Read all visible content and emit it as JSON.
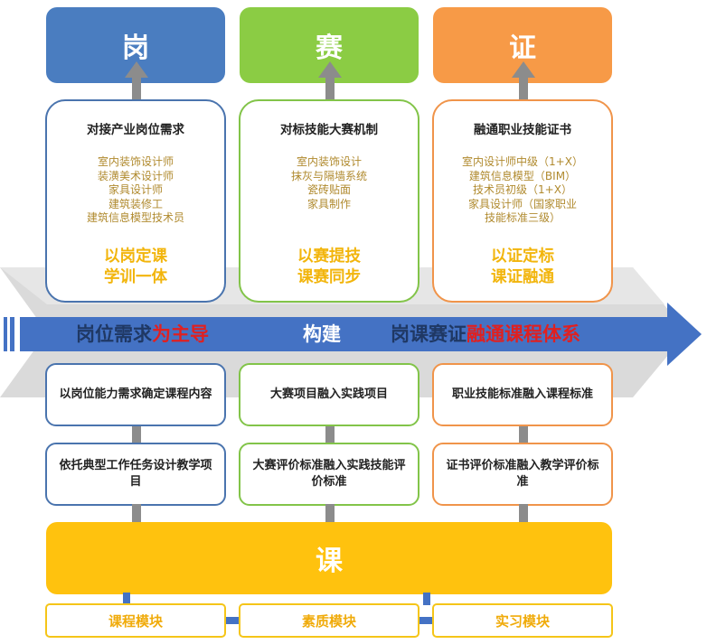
{
  "top_boxes": [
    {
      "label": "岗",
      "color": "#4a7dc0"
    },
    {
      "label": "赛",
      "color": "#8bcc44"
    },
    {
      "label": "证",
      "color": "#f79a47"
    }
  ],
  "cards": [
    {
      "title": "对接产业岗位需求",
      "items": [
        "室内装饰设计师",
        "装潢美术设计师",
        "家具设计师",
        "建筑装修工",
        "建筑信息模型技术员"
      ],
      "slogan": [
        "以岗定课",
        "学训一体"
      ]
    },
    {
      "title": "对标技能大赛机制",
      "items": [
        "室内装饰设计",
        "抹灰与隔墙系统",
        "瓷砖贴面",
        "家具制作"
      ],
      "slogan": [
        "以赛提技",
        "课赛同步"
      ]
    },
    {
      "title": "融通职业技能证书",
      "items": [
        "室内设计师中级（1+X）",
        "建筑信息模型（BIM）",
        "技术员初级（1+X）",
        "家具设计师（国家职业",
        "技能标准三级）"
      ],
      "slogan": [
        "以证定标",
        "课证融通"
      ]
    }
  ],
  "banner": {
    "part1_dark": "岗位需求",
    "part1_red": "为主导",
    "part2": "构建",
    "part3_dark": "岗课赛证",
    "part3_red": "融通课程体系"
  },
  "row1": [
    "以岗位能力需求确定课程内容",
    "大赛项目融入实践项目",
    "职业技能标准融入课程标准"
  ],
  "row2": [
    "依托典型工作任务设计教学项目",
    "大赛评价标准融入实践技能评价标准",
    "证书评价标准融入教学评价标准"
  ],
  "bottom_box": {
    "label": "课",
    "color": "#ffc20e"
  },
  "modules": [
    "课程模块",
    "素质模块",
    "实习模块"
  ],
  "colors": {
    "blue": "#4a74ae",
    "green": "#82c449",
    "orange": "#f0944a",
    "gold": "#f2b50c",
    "red": "#e02020",
    "dark": "#1f3864"
  }
}
